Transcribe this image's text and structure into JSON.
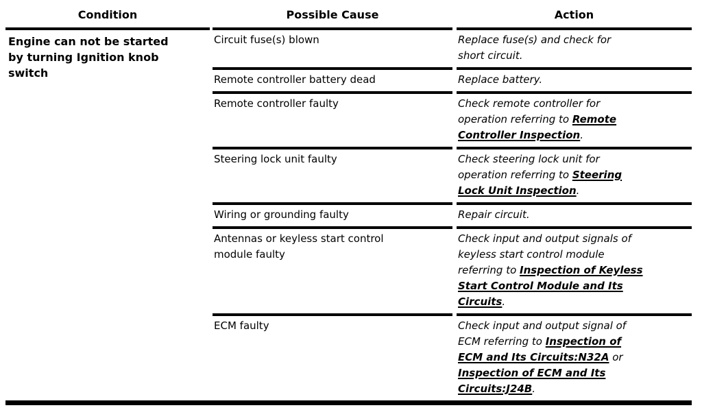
{
  "colors": {
    "text": "#000000",
    "background": "#ffffff",
    "rule": "#000000"
  },
  "table": {
    "headers": {
      "condition": "Condition",
      "possible_cause": "Possible Cause",
      "action": "Action"
    },
    "condition_text": "Engine can not be started\nby turning Ignition knob\nswitch",
    "rows": [
      {
        "cause": "Circuit fuse(s) blown",
        "action": [
          {
            "text": "Replace fuse(s) and check for\nshort circuit.",
            "link": false
          }
        ]
      },
      {
        "cause": "Remote controller battery dead",
        "action": [
          {
            "text": "Replace battery.",
            "link": false
          }
        ]
      },
      {
        "cause": "Remote controller faulty",
        "action": [
          {
            "text": "Check remote controller for\noperation referring to ",
            "link": false
          },
          {
            "text": "Remote\nController Inspection",
            "link": true
          },
          {
            "text": ".",
            "link": false
          }
        ]
      },
      {
        "cause": "Steering lock unit faulty",
        "action": [
          {
            "text": "Check steering lock unit for\noperation referring to ",
            "link": false
          },
          {
            "text": "Steering\nLock Unit Inspection",
            "link": true
          },
          {
            "text": ".",
            "link": false
          }
        ]
      },
      {
        "cause": "Wiring or grounding faulty",
        "action": [
          {
            "text": "Repair circuit.",
            "link": false
          }
        ]
      },
      {
        "cause": "Antennas or keyless start control\nmodule faulty",
        "action": [
          {
            "text": "Check input and output signals of\nkeyless start control module\nreferring to ",
            "link": false
          },
          {
            "text": "Inspection of Keyless\nStart Control Module and Its\nCircuits",
            "link": true
          },
          {
            "text": ".",
            "link": false
          }
        ]
      },
      {
        "cause": "ECM faulty",
        "action": [
          {
            "text": "Check input and output signal of\nECM referring to ",
            "link": false
          },
          {
            "text": "Inspection of\nECM and Its Circuits:N32A",
            "link": true
          },
          {
            "text": " or\n",
            "link": false
          },
          {
            "text": "Inspection of ECM and Its\nCircuits:J24B",
            "link": true
          },
          {
            "text": ".",
            "link": false
          }
        ]
      }
    ]
  }
}
